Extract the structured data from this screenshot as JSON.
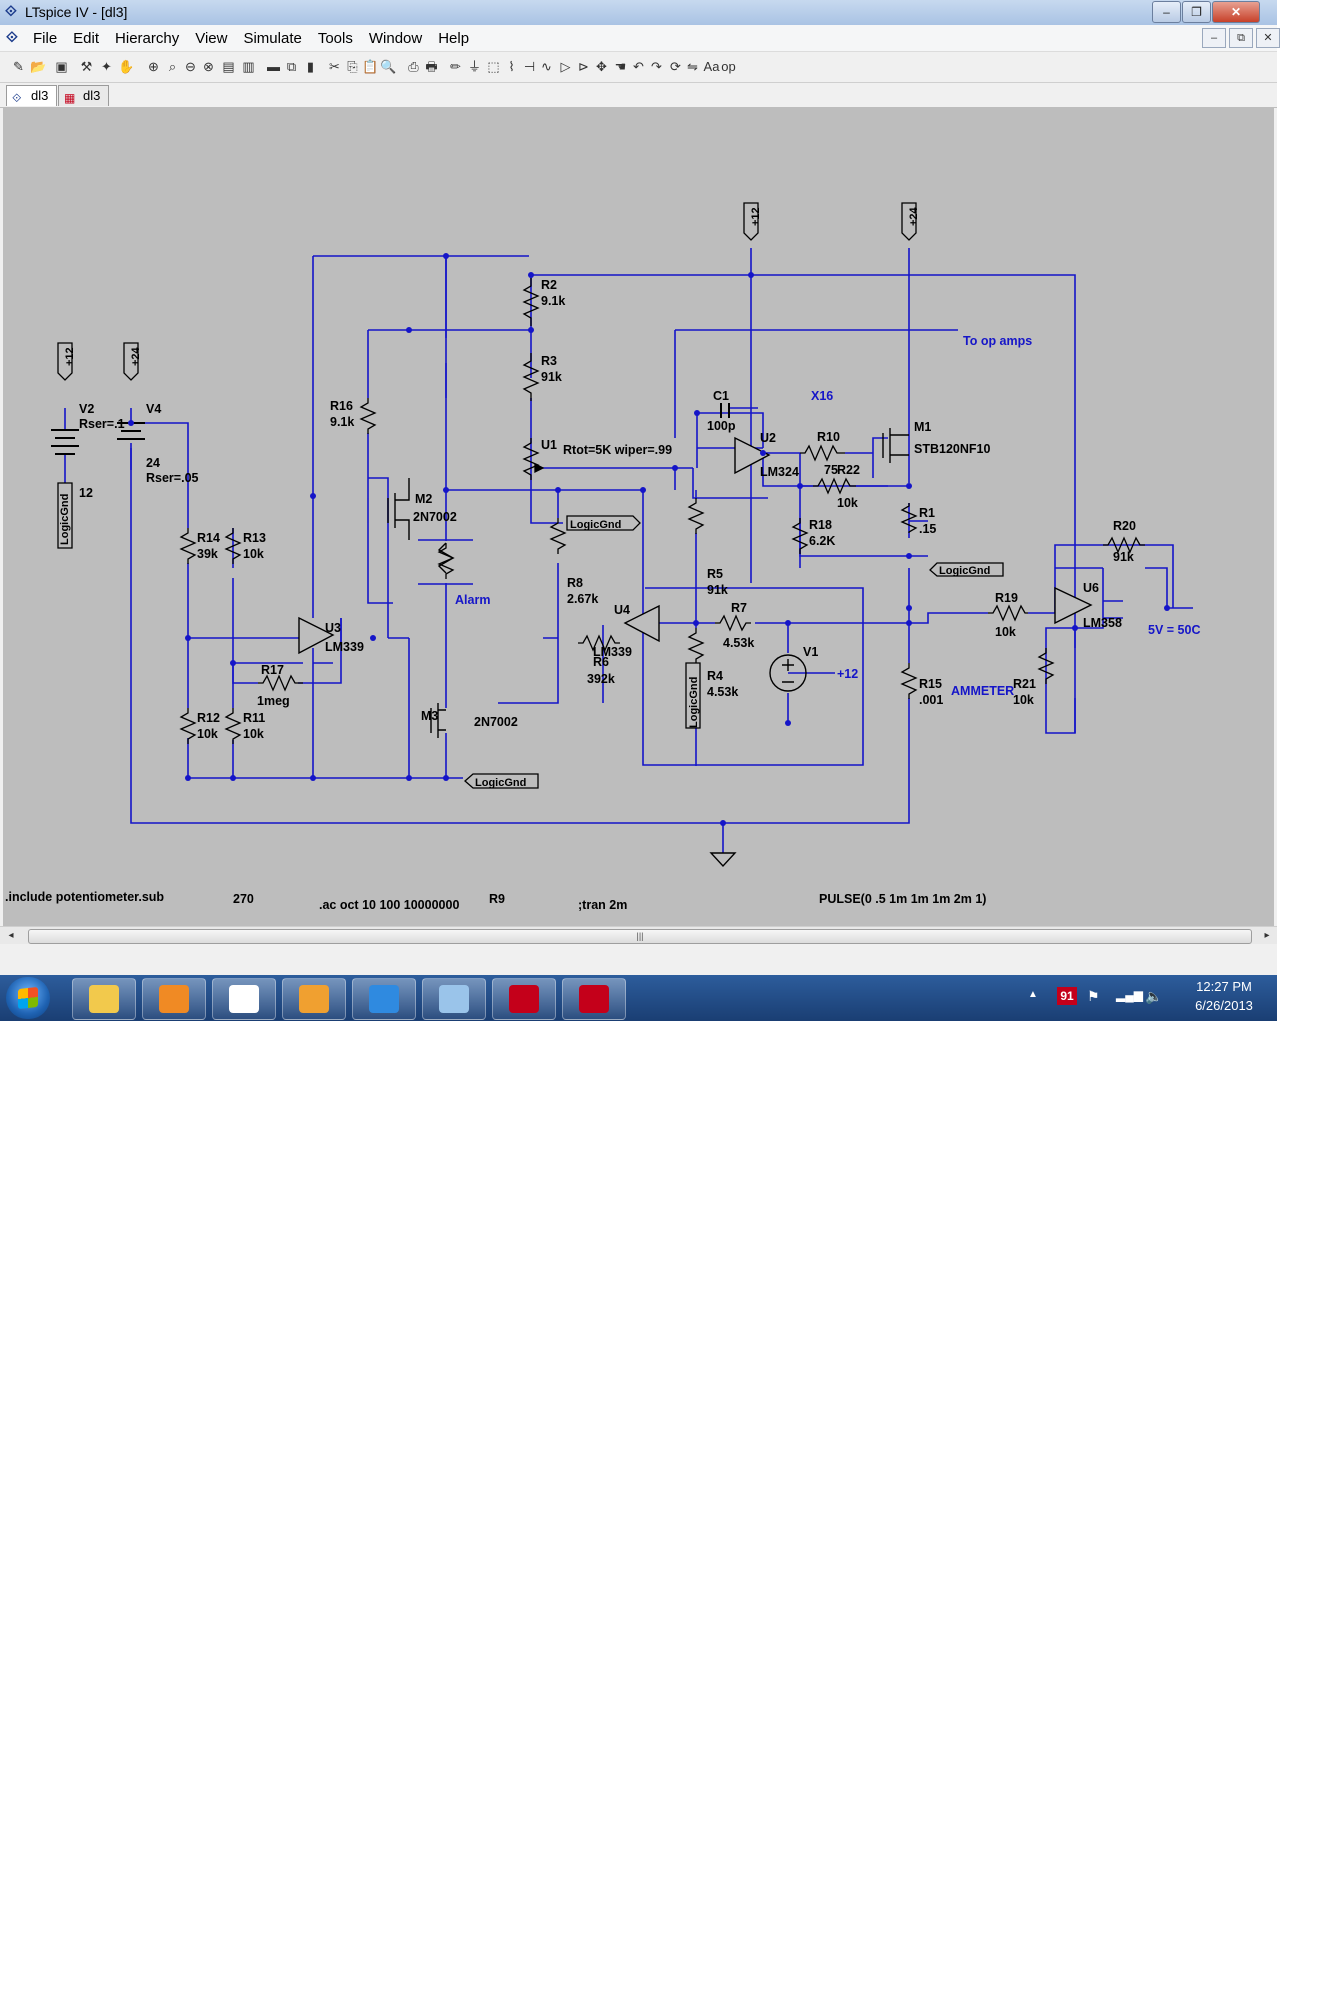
{
  "window": {
    "title": "LTspice IV - [dl3]",
    "minimize": "–",
    "restore": "❐",
    "close": "✕"
  },
  "menu": {
    "items": [
      "File",
      "Edit",
      "Hierarchy",
      "View",
      "Simulate",
      "Tools",
      "Window",
      "Help"
    ]
  },
  "tabs": [
    {
      "label": "dl3",
      "icon": "schematic-icon",
      "active": true
    },
    {
      "label": "dl3",
      "icon": "waveform-icon",
      "active": false
    }
  ],
  "schematic": {
    "wire_color": "#1515c8",
    "text_color": "#000000",
    "comment_color": "#1515c8",
    "background": "#bdbdbd",
    "flags": {
      "top_12": "+12",
      "top_24": "+24",
      "left_12": "+12",
      "left_24": "+24",
      "logicgnd_v": "LogicGnd",
      "logicgnd_v2": "LogicGnd"
    },
    "labels": {
      "V2": "V2",
      "V2_rser": "Rser=.1",
      "V2_val": "12",
      "V4": "V4",
      "V4_val": "24",
      "V4_rser": "Rser=.05",
      "R2": "R2",
      "R2_val": "9.1k",
      "R3": "R3",
      "R3_val": "91k",
      "U1": "U1",
      "U1_val": "Rtot=5K wiper=.99",
      "R16": "R16",
      "R16_val": "9.1k",
      "M2": "M2",
      "M2_val": "2N7002",
      "R14": "R14",
      "R14_val": "39k",
      "R13": "R13",
      "R13_val": "10k",
      "U3": "U3",
      "U3_val": "LM339",
      "R17": "R17",
      "R17_val": "1meg",
      "R12": "R12",
      "R12_val": "10k",
      "R11": "R11",
      "R11_val": "10k",
      "alarm": "Alarm",
      "M3": "M3",
      "M3_val": "2N7002",
      "R8": "R8",
      "R8_val": "2.67k",
      "U4": "U4",
      "U4_val": "LM339",
      "R6": "R6",
      "R6_val": "392k",
      "R5": "R5",
      "R5_val": "91k",
      "R7": "R7",
      "R7_val": "4.53k",
      "R4": "R4",
      "R4_val": "4.53k",
      "V1": "V1",
      "V1_val": "+12",
      "C1": "C1",
      "C1_val": "100p",
      "U2": "U2",
      "U2_val": "LM324",
      "x16": "X16",
      "R10": "R10",
      "R10_val": "75",
      "R22": "R22",
      "R22_val": "10k",
      "M1": "M1",
      "M1_val": "STB120NF10",
      "R18": "R18",
      "R18_val": "6.2K",
      "R1": "R1",
      "R1_val": ".15",
      "R15": "R15",
      "R15_val": ".001",
      "ammeter": "AMMETER",
      "R19": "R19",
      "R19_val": "10k",
      "R20": "R20",
      "R20_val": "91k",
      "U6": "U6",
      "U6_val": "LM358",
      "R21": "R21",
      "R21_val": "10k",
      "out_note": "5V = 50C",
      "to_op_amps": "To op amps",
      "gnd_label_1": "LogicGnd",
      "gnd_label_2": "LogicGnd",
      "gnd_label_3": "LogicGnd",
      "plus": "+",
      "minus": "-"
    },
    "directives": {
      "include": ".include potentiometer.sub",
      "num": "270",
      "ac": ".ac oct 10 100 10000000",
      "r9": "R9",
      "tran": ";tran 2m",
      "pulse": "PULSE(0 .5 1m 1m 1m 2m 1)"
    }
  },
  "scrollbar": {
    "grip": "|||",
    "left_arrow": "◂",
    "right_arrow": "▸"
  },
  "taskbar": {
    "apps": [
      {
        "name": "explorer",
        "color": "#f2c94c"
      },
      {
        "name": "media-player",
        "color": "#f08a24"
      },
      {
        "name": "solitaire",
        "color": "#ffffff"
      },
      {
        "name": "outlook",
        "color": "#f0a030"
      },
      {
        "name": "internet-explorer",
        "color": "#2f8ae0"
      },
      {
        "name": "notepad",
        "color": "#9ac4ea"
      },
      {
        "name": "acrobat",
        "color": "#c4001a"
      },
      {
        "name": "ltspice",
        "color": "#c4001a"
      }
    ],
    "tray": {
      "arrow": "▲",
      "badge": "91",
      "time": "12:27 PM",
      "date": "6/26/2013"
    }
  }
}
